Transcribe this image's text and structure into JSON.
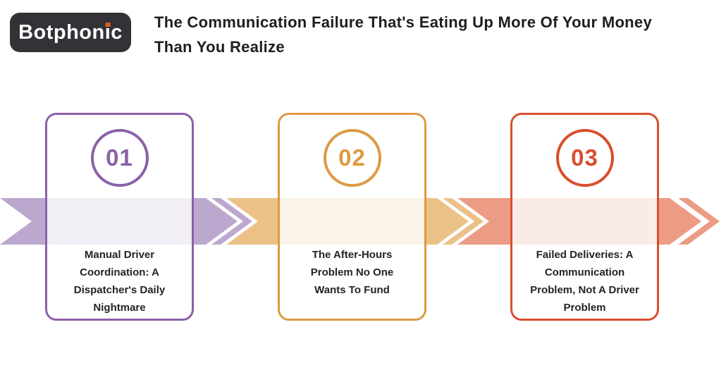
{
  "logo": {
    "text_pre": "Botphon",
    "text_i": "i",
    "text_post": "c",
    "bg_color": "#333237",
    "dot_color": "#E2601F"
  },
  "header": {
    "title": "The Communication Failure That's Eating Up More Of Your Money Than You Realize"
  },
  "steps": [
    {
      "number": "01",
      "label": "Manual Driver Coordination: A Dispatcher's Daily Nightmare",
      "label_lines": [
        "Manual Driver",
        "Coordination: A",
        "Dispatcher's Daily",
        "Nightmare"
      ],
      "accent_color": "#8B60A8",
      "band_color": "#BCA8CE"
    },
    {
      "number": "02",
      "label": "The After-Hours Problem No One Wants To Fund",
      "label_lines": [
        "The After-Hours",
        "Problem No One",
        "Wants To Fund"
      ],
      "accent_color": "#DD9A41",
      "band_color": "#EBC187"
    },
    {
      "number": "03",
      "label": "Failed Deliveries: A Communication Problem, Not A Driver Problem",
      "label_lines": [
        "Failed Deliveries: A",
        "Communication",
        "Problem, Not A Driver",
        "Problem"
      ],
      "accent_color": "#D94E2D",
      "band_color": "#EC9C84"
    }
  ]
}
